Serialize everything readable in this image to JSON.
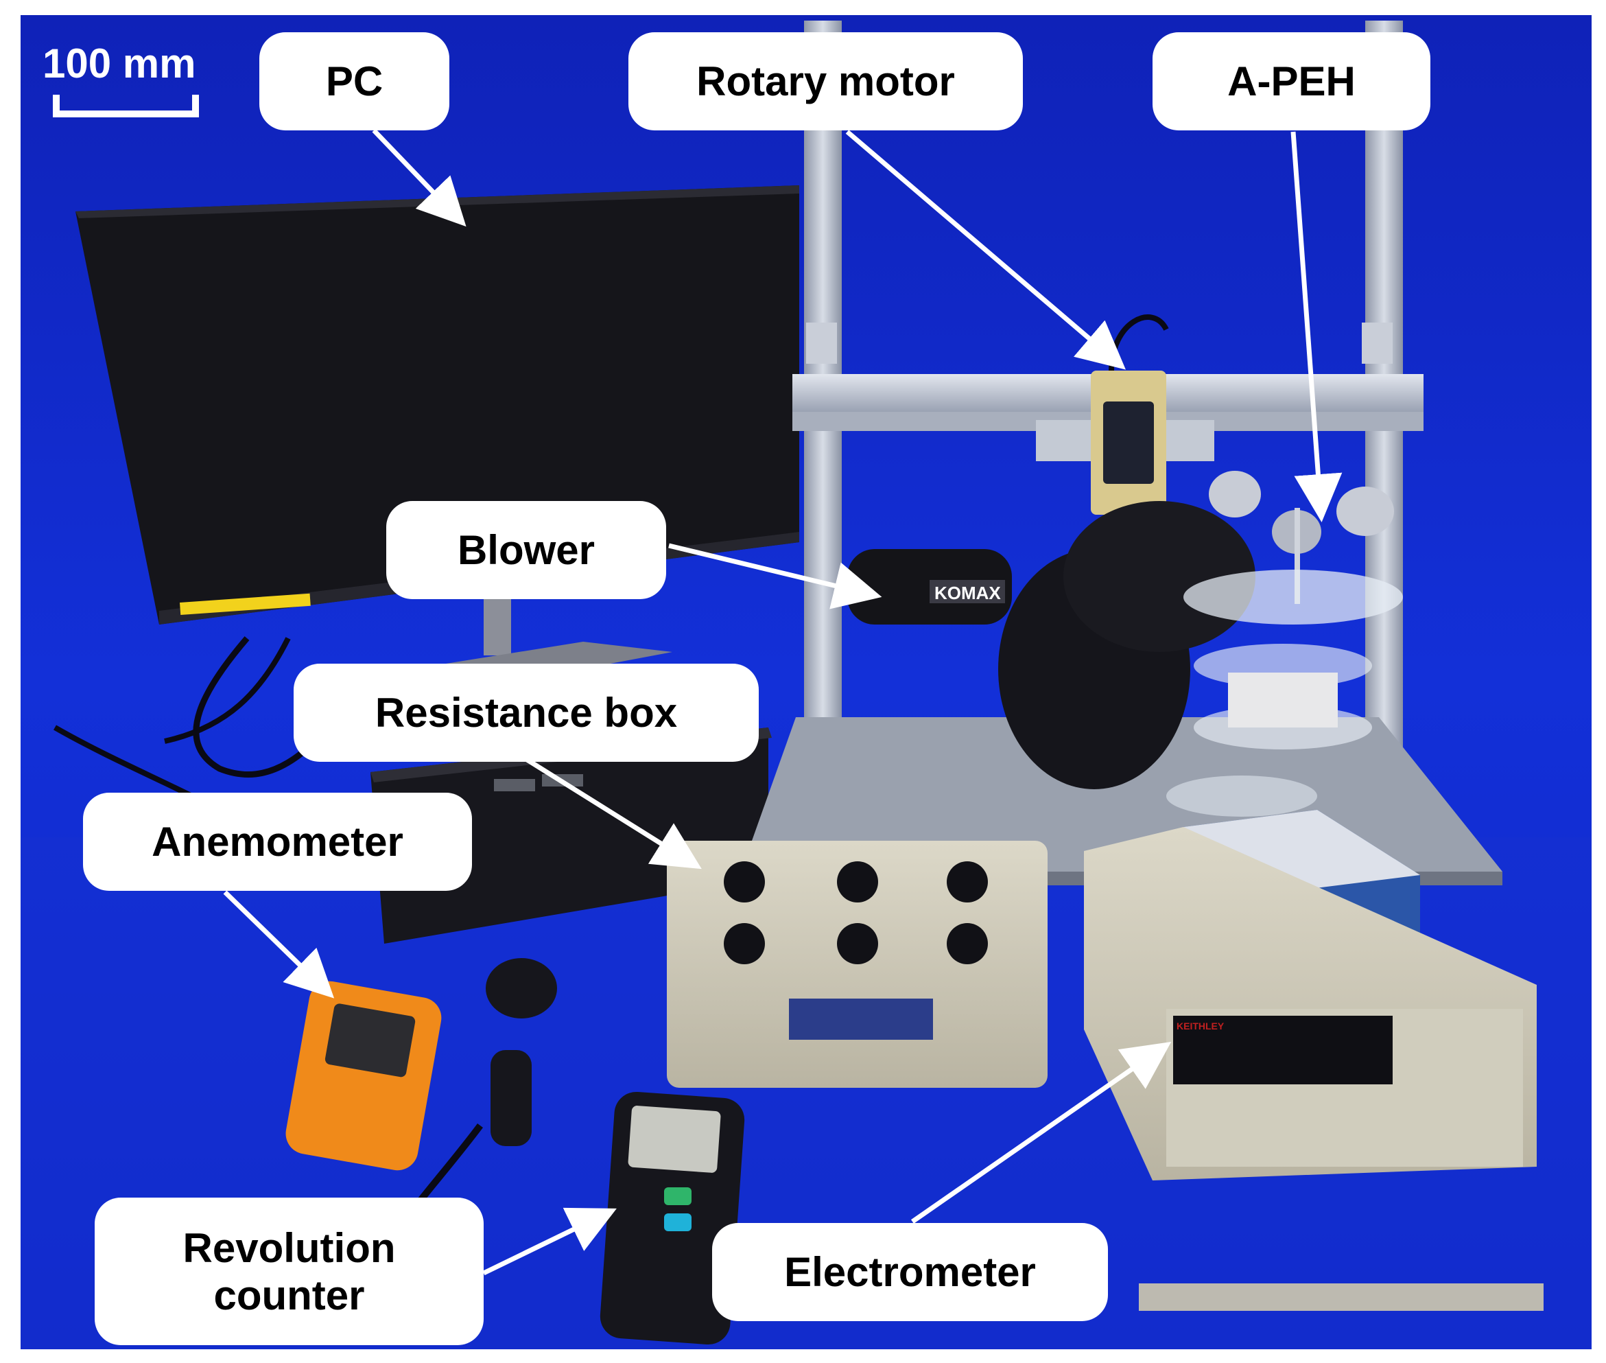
{
  "scale_bar": {
    "label": "100 mm"
  },
  "labels": {
    "pc": "PC",
    "rotary_motor": "Rotary motor",
    "a_peh": "A-PEH",
    "blower": "Blower",
    "resistance_box": "Resistance box",
    "anemometer": "Anemometer",
    "revolution_counter": "Revolution counter",
    "electrometer": "Electrometer"
  },
  "brand_text": {
    "blower": "KOMAX",
    "electrometer": "KEITHLEY"
  },
  "colors": {
    "background": "#1128c8",
    "callout": "#ffffff",
    "arrow": "#ffffff",
    "text": "#000000"
  }
}
